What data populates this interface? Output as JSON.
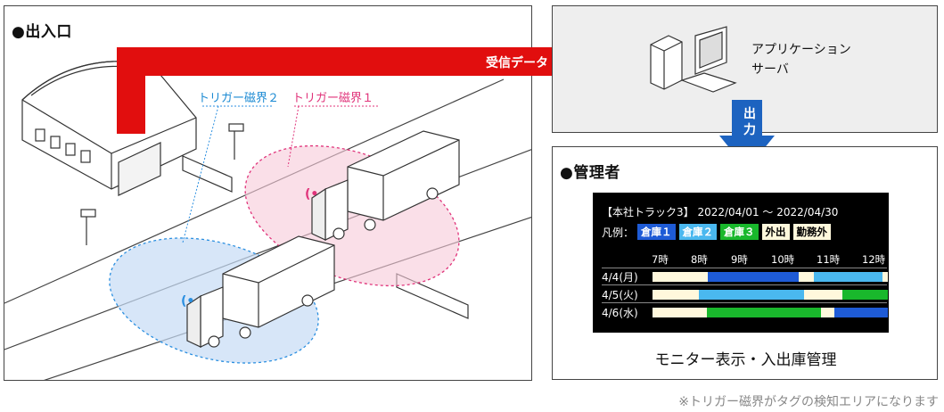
{
  "entrance": {
    "title": "●出入口"
  },
  "triggers": {
    "t2": "トリガー磁界２",
    "t1": "トリガー磁界１"
  },
  "arrow": {
    "label": "受信データ"
  },
  "server": {
    "line1": "アプリケーション",
    "line2": "サーバ"
  },
  "output": {
    "label": "出力"
  },
  "admin": {
    "title": "●管理者",
    "monitor_title": "【本社トラック3】 2022/04/01 〜 2022/04/30",
    "legend_label": "凡例：",
    "legend": [
      {
        "label": "倉庫１",
        "color": "#1e5bd6",
        "text": "#ffffff"
      },
      {
        "label": "倉庫２",
        "color": "#4ab8ef",
        "text": "#ffffff"
      },
      {
        "label": "倉庫３",
        "color": "#19b82c",
        "text": "#ffffff"
      },
      {
        "label": "外出",
        "color": "#fff8dc",
        "text": "#000000"
      },
      {
        "label": "勤務外",
        "color": "#fff8dc",
        "text": "#000000"
      }
    ],
    "hours": [
      "7時",
      "8時",
      "9時",
      "10時",
      "11時",
      "12時"
    ],
    "rows": [
      {
        "date": "4/4(月)"
      },
      {
        "date": "4/5(火)"
      },
      {
        "date": "4/6(水)"
      }
    ],
    "caption": "モニター表示・入出庫管理"
  },
  "footnote": "※トリガー磁界がタグの検知エリアになります",
  "colors": {
    "arrow_red": "#e10e0e",
    "out_blue": "#1d63c0",
    "zone_blue": "#2b8fe0",
    "zone_pink": "#e0337a"
  }
}
